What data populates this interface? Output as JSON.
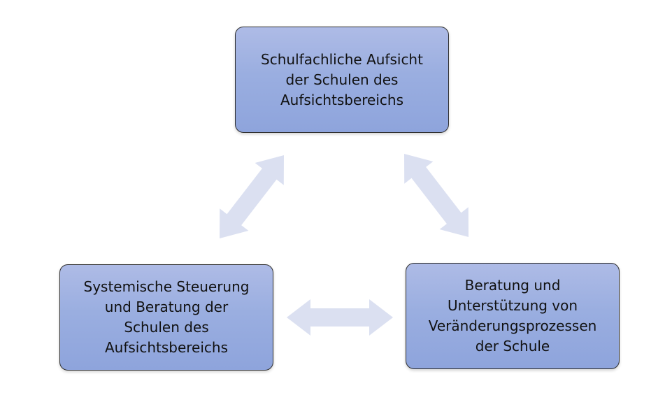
{
  "nodes": {
    "top": {
      "label": "Schulfachliche Aufsicht\nder Schulen des\nAufsichtsbereichs"
    },
    "left": {
      "label": "Systemische Steuerung\nund Beratung der\nSchulen des\nAufsichtsbereichs"
    },
    "right": {
      "label": "Beratung und\nUnterstützung von\nVeränderungsprozessen\nder Schule"
    }
  },
  "colors": {
    "node_fill_top": "#aebbe6",
    "node_fill_bottom": "#8ea4dc",
    "node_border": "#2f2f2f",
    "arrow_fill": "#dbe0f1",
    "text": "#111111"
  },
  "arrows": [
    {
      "from": "left",
      "to": "top",
      "direction": "bidirectional"
    },
    {
      "from": "top",
      "to": "right",
      "direction": "bidirectional"
    },
    {
      "from": "left",
      "to": "right",
      "direction": "bidirectional"
    }
  ]
}
